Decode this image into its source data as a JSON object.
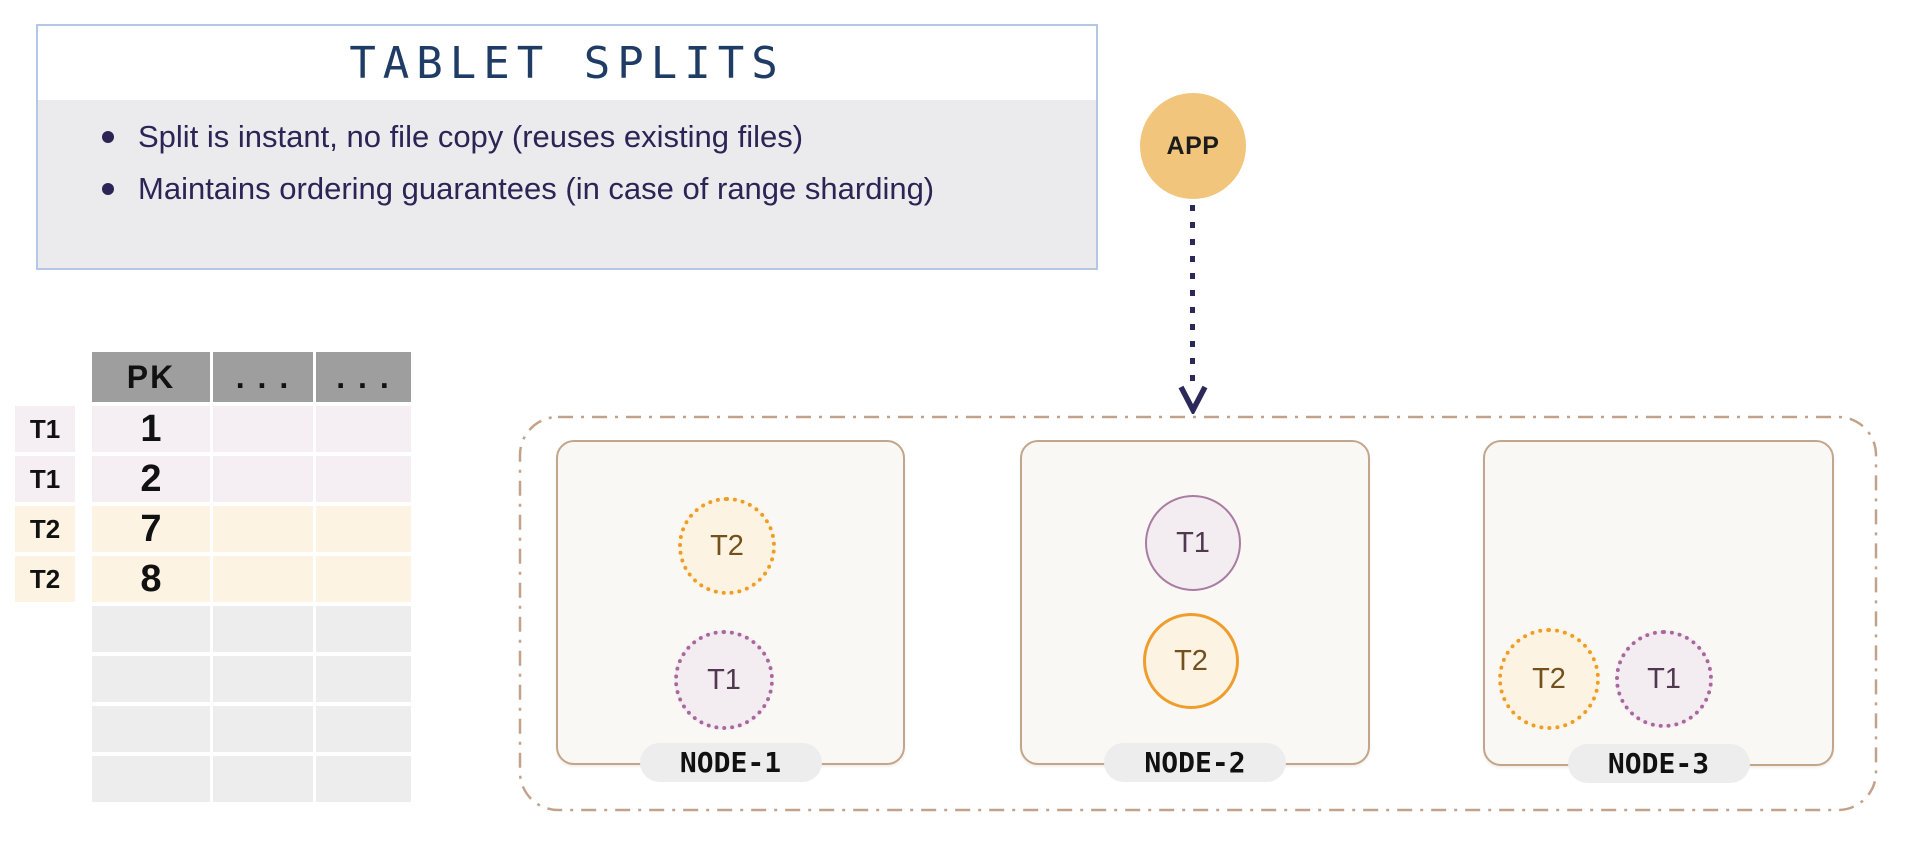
{
  "info_box": {
    "title": "TABLET SPLITS",
    "bullets": [
      "Split is instant, no file copy (reuses existing files)",
      "Maintains ordering guarantees (in case of range sharding)"
    ]
  },
  "app": {
    "label": "APP"
  },
  "table": {
    "columns": [
      "PK",
      ". . .",
      ". . ."
    ],
    "rows": [
      {
        "tablet": "T1",
        "pk": "1"
      },
      {
        "tablet": "T1",
        "pk": "2"
      },
      {
        "tablet": "T2",
        "pk": "7"
      },
      {
        "tablet": "T2",
        "pk": "8"
      }
    ],
    "empty_row_count": 4
  },
  "cluster": {
    "nodes": [
      {
        "label": "NODE-1",
        "tablets": [
          {
            "label": "T2",
            "style": "dotted",
            "color": "#ee9d26"
          },
          {
            "label": "T1",
            "style": "dotted",
            "color": "#a9689d"
          }
        ]
      },
      {
        "label": "NODE-2",
        "tablets": [
          {
            "label": "T1",
            "style": "solid",
            "color": "#a97ca2"
          },
          {
            "label": "T2",
            "style": "solid",
            "color": "#ef9d2c"
          }
        ]
      },
      {
        "label": "NODE-3",
        "tablets": [
          {
            "label": "T2",
            "style": "dotted",
            "color": "#ee9d26"
          },
          {
            "label": "T1",
            "style": "dotted",
            "color": "#a9689d"
          }
        ]
      }
    ]
  },
  "colors": {
    "info_border": "#b5c7e7",
    "info_body_bg": "#ebebed",
    "title_text": "#1f3c64",
    "bullet_text": "#2b2454",
    "app_fill": "#f2c57d",
    "arrow": "#2b295a",
    "cluster_border": "#c2a28b",
    "node_border": "#c2a68c",
    "node_fill": "#faf8f4",
    "pill_bg": "#ededed",
    "t1_fill": "#f3edf2",
    "t1_text": "#50394f",
    "t2_fill": "#fcf3e2",
    "t2_text": "#73511d",
    "table_header_bg": "#9e9e9e",
    "row_t1_bg": "#f5eff3",
    "row_t2_bg": "#fcf3e2",
    "row_empty_bg": "#ededed"
  }
}
